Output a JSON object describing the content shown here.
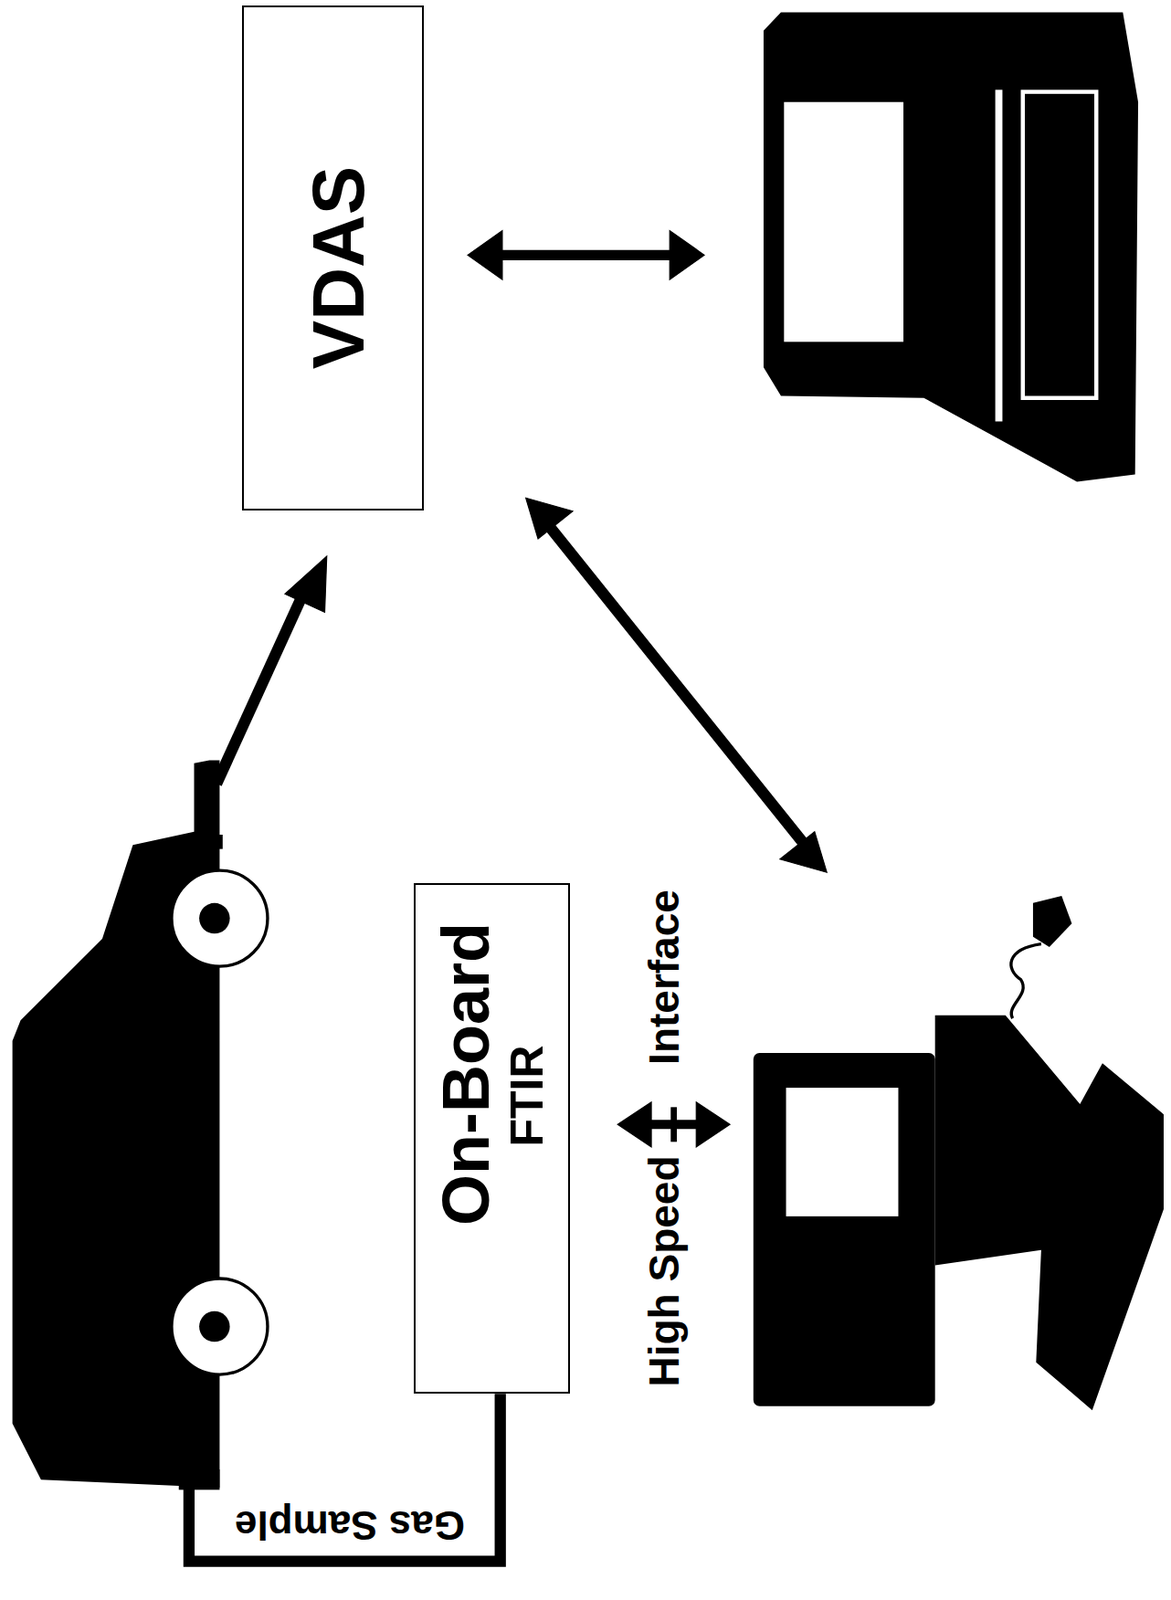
{
  "diagram": {
    "nodes": [
      {
        "text": [
          "VDAS"
        ]
      },
      {
        "text": [
          "On-Board",
          "FTIR"
        ]
      }
    ],
    "labels": [
      "Gas Sample",
      "High Speed",
      "Interface"
    ]
  }
}
